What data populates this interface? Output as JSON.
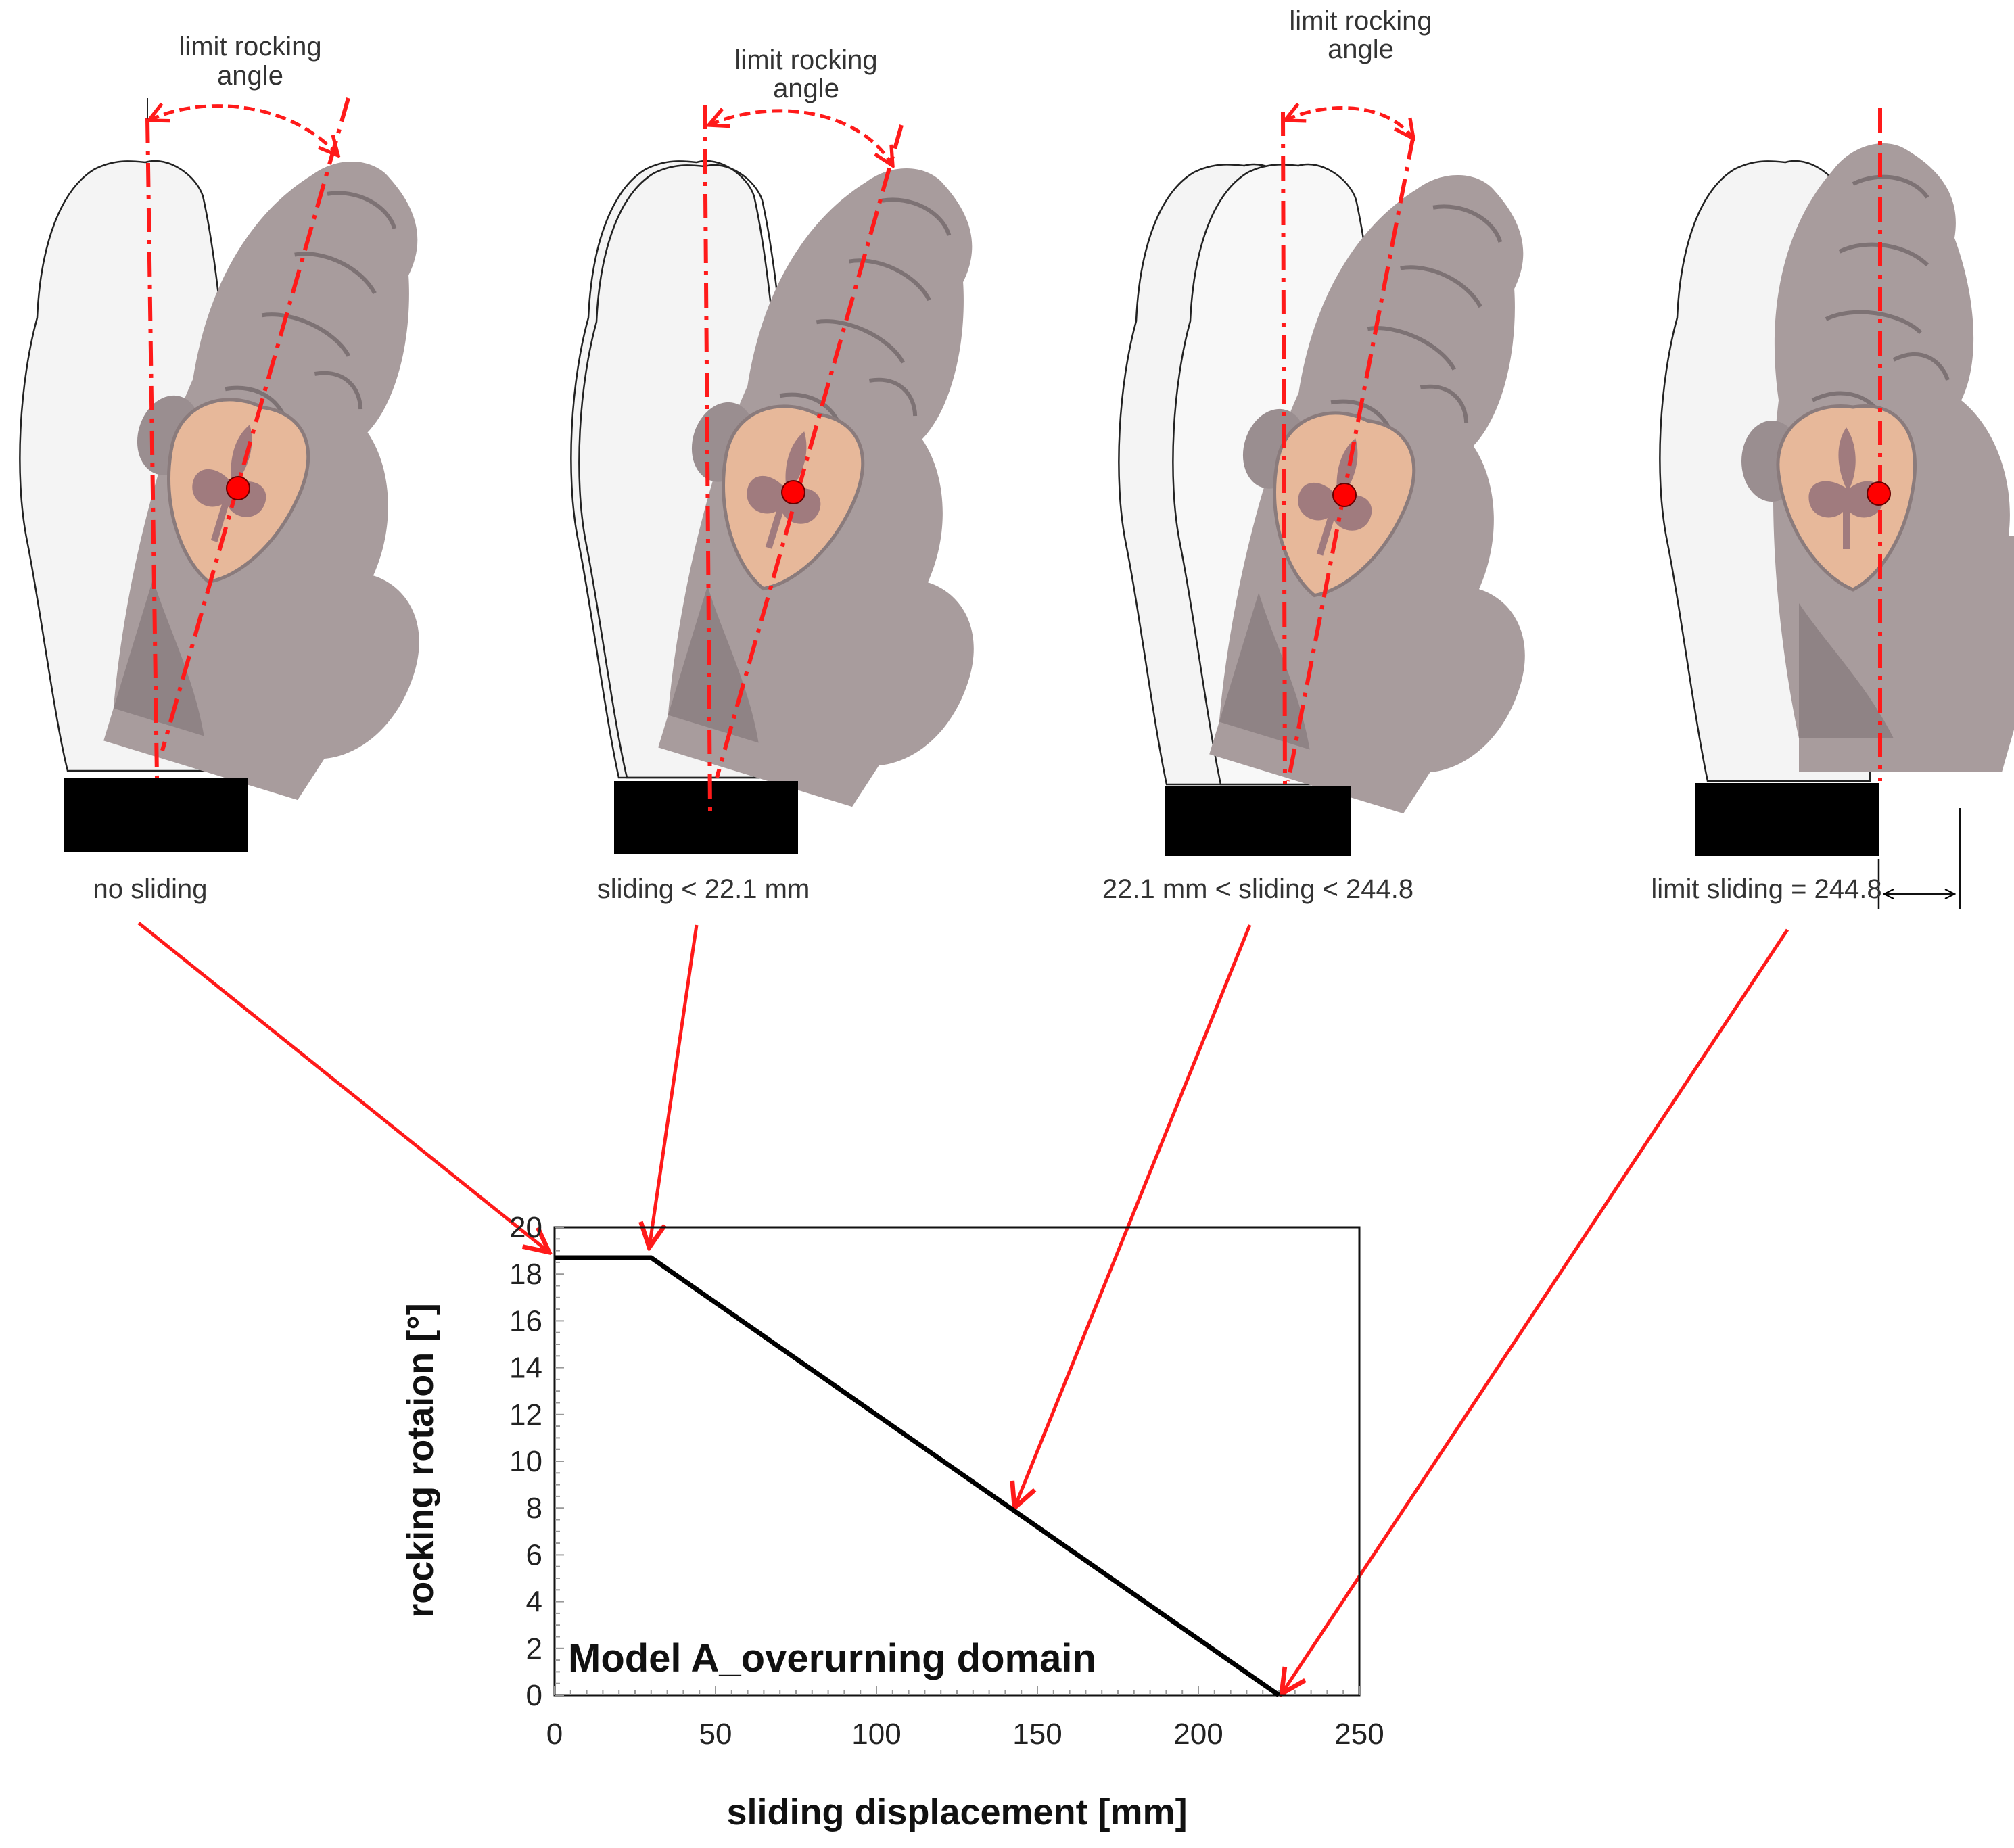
{
  "panels": [
    {
      "angle_label_line1": "limit rocking",
      "angle_label_line2": "angle",
      "caption": "no sliding"
    },
    {
      "angle_label_line1": "limit rocking",
      "angle_label_line2": "angle",
      "caption": "sliding < 22.1 mm"
    },
    {
      "angle_label_line1": "limit rocking",
      "angle_label_line2": "angle",
      "caption": "22.1 mm < sliding < 244.8"
    },
    {
      "angle_label_line1": "",
      "angle_label_line2": "",
      "caption": "limit sliding = 244.8"
    }
  ],
  "colors": {
    "accent": "#ff1a1a",
    "statue": "#a89c9d",
    "shield": "#e7b89a",
    "lily": "#a07b7e",
    "base": "#000000",
    "outline_fill": "#f4f4f4"
  },
  "chart_data": {
    "type": "line",
    "title": "Model A_overurning domain",
    "xlabel": "sliding displacement [mm]",
    "ylabel": "rocking rotaion   [°]",
    "xlim": [
      0,
      250
    ],
    "ylim": [
      0,
      20
    ],
    "xticks": [
      "0",
      "50",
      "100",
      "150",
      "200",
      "250"
    ],
    "yticks": [
      "0",
      "2",
      "4",
      "6",
      "8",
      "10",
      "12",
      "14",
      "16",
      "18",
      "20"
    ],
    "series": [
      {
        "x": [
          0,
          30,
          225
        ],
        "y": [
          18.7,
          18.7,
          0
        ]
      }
    ],
    "annotated_points": [
      {
        "x": 0,
        "y": 18.7
      },
      {
        "x": 30,
        "y": 18.7
      },
      {
        "x": 142,
        "y": 8
      },
      {
        "x": 225,
        "y": 0
      }
    ],
    "grid": false
  }
}
